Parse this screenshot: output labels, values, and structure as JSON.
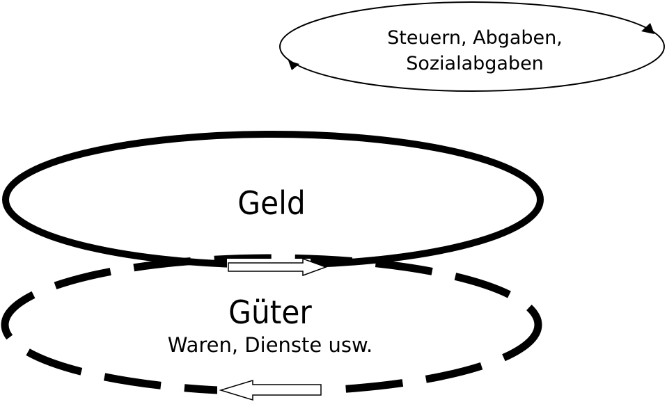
{
  "diagram": {
    "title": "Wirtschaftskreislauf: Geld und Güter",
    "colors": {
      "stroke": "#000000",
      "background": "#ffffff",
      "arrow_fill": "#ffffff"
    },
    "taxes_cycle": {
      "line1": "Steuern, Abgaben,",
      "line2": "Sozialabgaben",
      "direction": "clockwise",
      "arrowheads": [
        "upper-right",
        "lower-left"
      ],
      "icon": "cycle-arrow-icon"
    },
    "money_cycle": {
      "label": "Geld",
      "line_style": "solid-thick",
      "flow_arrow": {
        "direction": "right",
        "icon": "arrow-right-outline-icon"
      }
    },
    "goods_cycle": {
      "label": "Güter",
      "sublabel": "Waren, Dienste usw.",
      "line_style": "dashed-thick",
      "flow_arrow": {
        "direction": "left",
        "icon": "arrow-left-outline-icon"
      }
    }
  }
}
